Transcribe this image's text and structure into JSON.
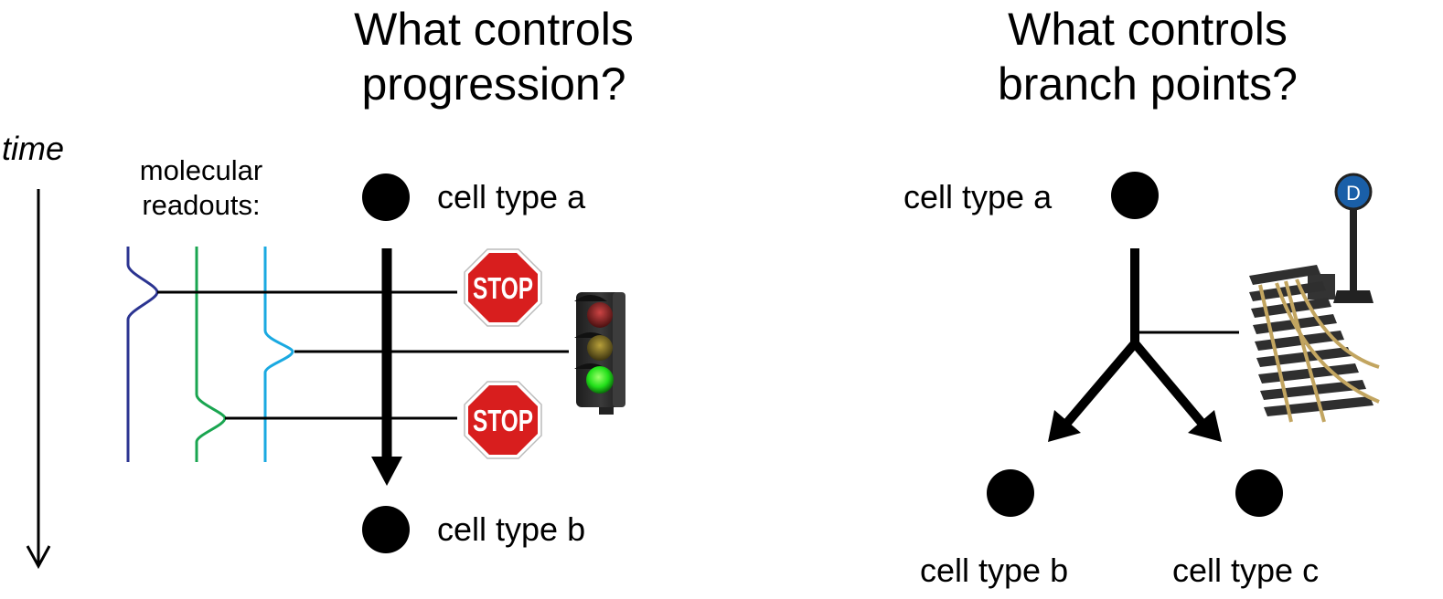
{
  "left": {
    "title_line1": "What controls",
    "title_line2": "progression?",
    "time_label": "time",
    "readouts_line1": "molecular",
    "readouts_line2": "readouts:",
    "cell_a": "cell type a",
    "cell_b": "cell type b",
    "stop_text": "STOP",
    "readout_colors": [
      "#2b3491",
      "#1aa550",
      "#1aa9e1"
    ]
  },
  "right": {
    "title_line1": "What controls",
    "title_line2": "branch points?",
    "cell_a": "cell type a",
    "cell_b": "cell type b",
    "cell_c": "cell type c",
    "sign_letter": "D"
  },
  "icons": [
    "stop-sign-icon",
    "traffic-light-icon",
    "railway-switch-icon"
  ]
}
